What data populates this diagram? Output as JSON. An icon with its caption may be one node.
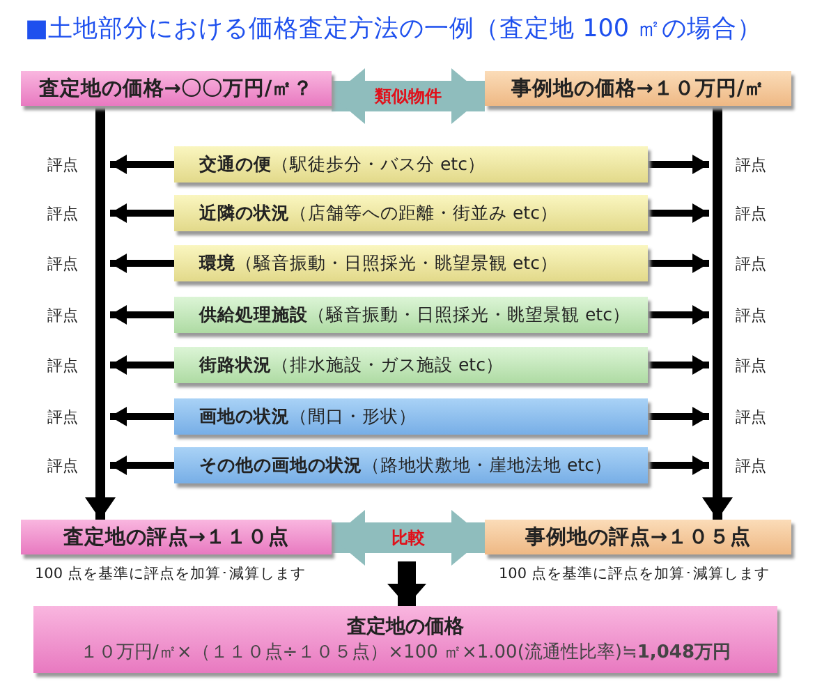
{
  "diagram": {
    "title": "■土地部分における価格査定方法の一例（査定地 100 ㎡の場合）",
    "nodes": [
      {
        "text": [
          "査定地の価格→〇〇万円/㎡？"
        ]
      },
      {
        "text": [
          "事例地の価格→１０万円/㎡"
        ]
      },
      {
        "text": [
          "**交通の便**（駅徒歩分・バス分 etc）"
        ]
      },
      {
        "text": [
          "**近隣の状況**（店舗等への距離・街並み etc）"
        ]
      },
      {
        "text": [
          "**環境**（騒音振動・日照採光・眺望景観 etc）"
        ]
      },
      {
        "text": [
          "**供給処理施設**（騒音振動・日照採光・眺望景観 etc）"
        ]
      },
      {
        "text": [
          "**街路状況**（排水施設・ガス施設 etc）"
        ]
      },
      {
        "text": [
          "**画地の状況**（間口・形状）"
        ]
      },
      {
        "text": [
          "**その他の画地の状況**（路地状敷地・崖地法地 etc）"
        ]
      },
      {
        "text": [
          "査定地の評点→１１０点"
        ],
        "beside": [
          "100 点を基準に評点を加算･減算します"
        ]
      },
      {
        "text": [
          "事例地の評点→１０５点"
        ],
        "beside": [
          "100 点を基準に評点を加算･減算します"
        ]
      },
      {
        "text": [
          "査定地の価格",
          "１０万円/㎡×（１１０点÷１０５点）×100 ㎡×1.00(流通性比率)≒**1,048万円**"
        ]
      }
    ],
    "edges": [
      {
        "from": 0,
        "to": 9,
        "arrow": "to"
      },
      {
        "from": 1,
        "to": 10,
        "arrow": "to"
      },
      {
        "from": 0,
        "to": 1,
        "arrow": "both",
        "label": "類似物件",
        "color": "#8fbdbd",
        "style": "thick"
      },
      {
        "from": 2,
        "to": null,
        "arrow": "to"
      },
      {
        "from": 2,
        "to": null,
        "arrow": "to"
      },
      {
        "from": 3,
        "to": null,
        "arrow": "to"
      },
      {
        "from": 3,
        "to": null,
        "arrow": "to"
      },
      {
        "from": 4,
        "to": null,
        "arrow": "to"
      },
      {
        "from": 4,
        "to": null,
        "arrow": "to"
      },
      {
        "from": 5,
        "to": null,
        "arrow": "to"
      },
      {
        "from": 5,
        "to": null,
        "arrow": "to"
      },
      {
        "from": 6,
        "to": null,
        "arrow": "to"
      },
      {
        "from": 6,
        "to": null,
        "arrow": "to"
      },
      {
        "from": 7,
        "to": null,
        "arrow": "to"
      },
      {
        "from": 7,
        "to": null,
        "arrow": "to"
      },
      {
        "from": 8,
        "to": null,
        "arrow": "to"
      },
      {
        "from": 8,
        "to": null,
        "arrow": "to"
      },
      {
        "from": 9,
        "to": 10,
        "arrow": "both",
        "label": "比較",
        "color": "#8fbdbd",
        "style": "thick"
      },
      {
        "from": null,
        "to": 11,
        "arrow": "to",
        "style": "thick"
      }
    ],
    "labels": [
      "評点",
      "評点",
      "評点",
      "評点",
      "評点",
      "評点",
      "評点",
      "評点",
      "評点",
      "評点",
      "評点",
      "評点",
      "評点",
      "評点"
    ]
  }
}
